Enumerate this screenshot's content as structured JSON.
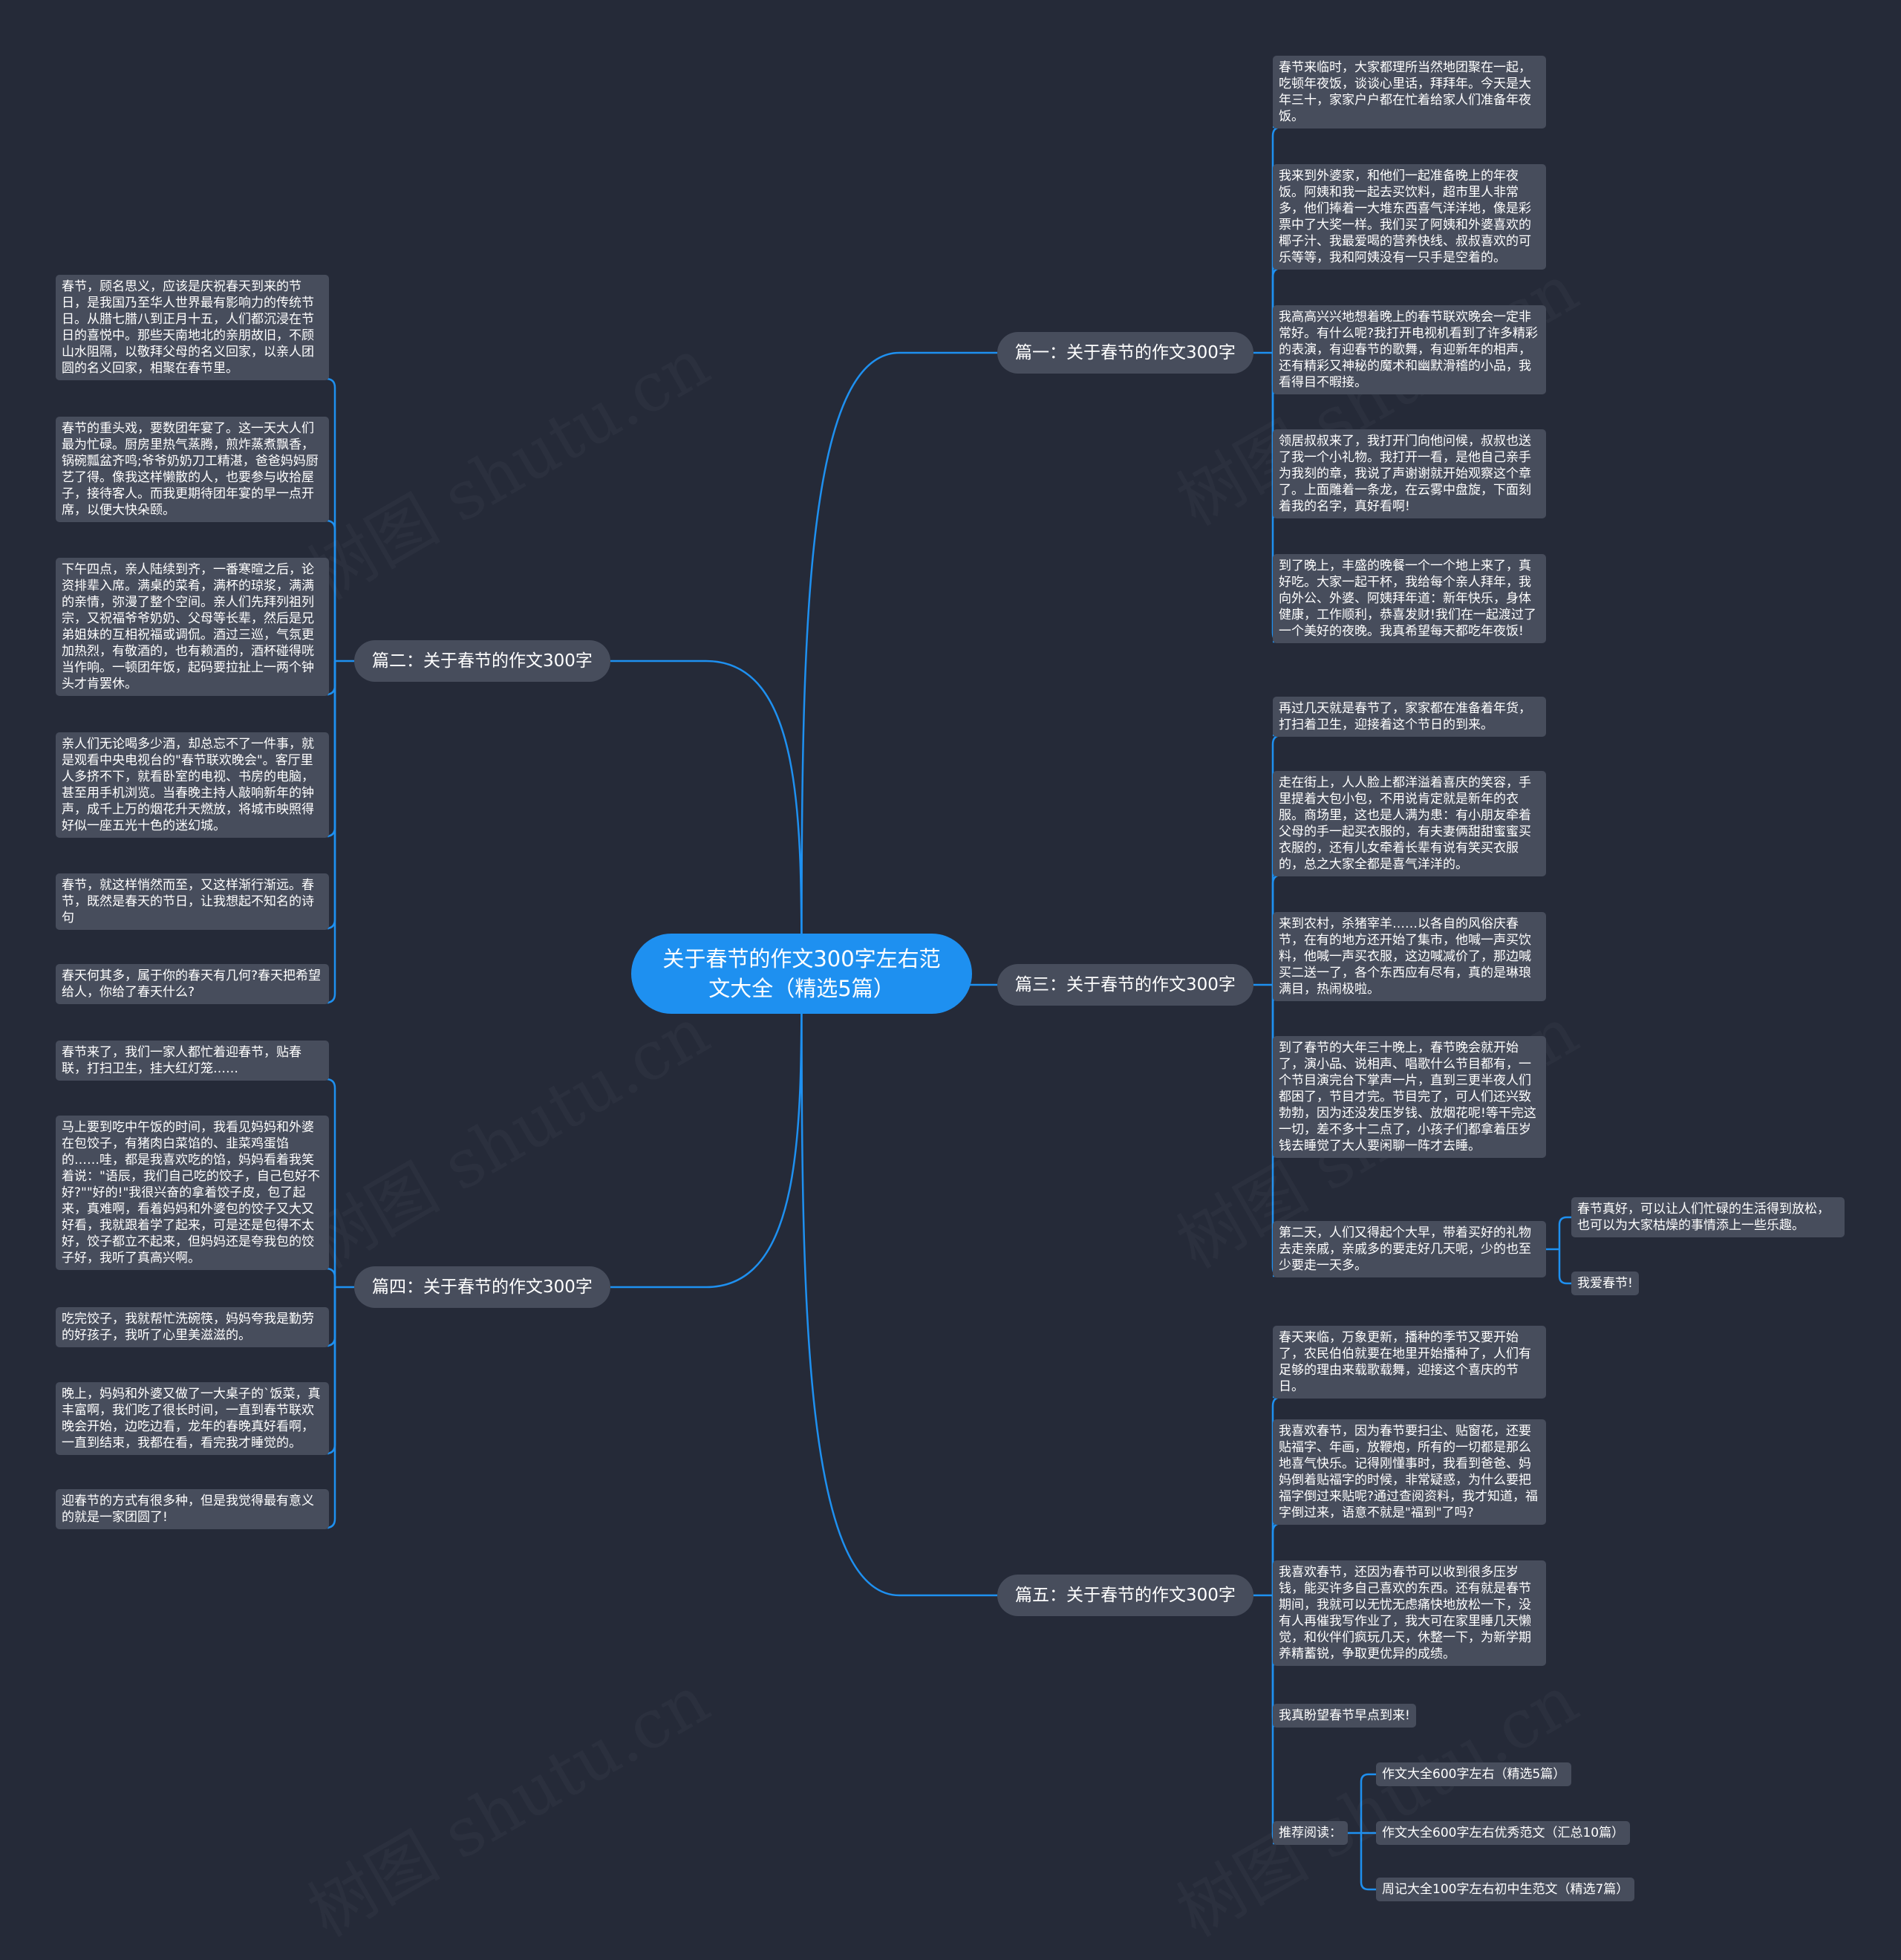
{
  "colors": {
    "background": "#252a38",
    "root_fill": "#1e90f0",
    "node_fill": "#474d5c",
    "link": "#1e90f0",
    "text": "#ffffff"
  },
  "watermark": "树图 shutu.cn",
  "root": {
    "title": "关于春节的作文300字左右范文大全（精选5篇）"
  },
  "branches": [
    {
      "title": "篇一：关于春节的作文300字",
      "items": [
        "春节来临时，大家都理所当然地团聚在一起，吃顿年夜饭，谈谈心里话，拜拜年。今天是大年三十，家家户户都在忙着给家人们准备年夜饭。",
        "我来到外婆家，和他们一起准备晚上的年夜饭。阿姨和我一起去买饮料，超市里人非常多，他们捧着一大堆东西喜气洋洋地，像是彩票中了大奖一样。我们买了阿姨和外婆喜欢的椰子汁、我最爱喝的营养快线、叔叔喜欢的可乐等等，我和阿姨没有一只手是空着的。",
        "我高高兴兴地想着晚上的春节联欢晚会一定非常好。有什么呢?我打开电视机看到了许多精彩的表演，有迎春节的歌舞，有迎新年的相声，还有精彩又神秘的魔术和幽默滑稽的小品，我看得目不暇接。",
        "领居叔叔来了，我打开门向他问候，叔叔也送了我一个小礼物。我打开一看，是他自己亲手为我刻的章，我说了声谢谢就开始观察这个章了。上面雕着一条龙，在云雾中盘旋，下面刻着我的名字，真好看啊!",
        "到了晚上，丰盛的晚餐一个一个地上来了，真好吃。大家一起干杯，我给每个亲人拜年，我向外公、外婆、阿姨拜年道：新年快乐，身体健康，工作顺利，恭喜发财!我们在一起渡过了一个美好的夜晚。我真希望每天都吃年夜饭!"
      ]
    },
    {
      "title": "篇二：关于春节的作文300字",
      "items": [
        "春节，顾名思义，应该是庆祝春天到来的节日，是我国乃至华人世界最有影响力的传统节日。从腊七腊八到正月十五，人们都沉浸在节日的喜悦中。那些天南地北的亲朋故旧，不顾山水阻隔，以敬拜父母的名义回家，以亲人团圆的名义回家，相聚在春节里。",
        "春节的重头戏，要数团年宴了。这一天大人们最为忙碌。厨房里热气蒸腾，煎炸蒸煮飘香，锅碗瓢盆齐鸣;爷爷奶奶刀工精湛，爸爸妈妈厨艺了得。像我这样懒散的人，也要参与收拾屋子，接待客人。而我更期待团年宴的早一点开席，以便大快朵颐。",
        "下午四点，亲人陆续到齐，一番寒暄之后，论资排辈入席。满桌的菜肴，满杯的琼浆，满满的亲情，弥漫了整个空间。亲人们先拜列祖列宗，又祝福爷爷奶奶、父母等长辈，然后是兄弟姐妹的互相祝福或调侃。酒过三巡，气氛更加热烈，有敬酒的，也有赖酒的，酒杯碰得咣当作响。一顿团年饭，起码要拉扯上一两个钟头才肯罢休。",
        "亲人们无论喝多少酒，却总忘不了一件事，就是观看中央电视台的\"春节联欢晚会\"。客厅里人多挤不下，就看卧室的电视、书房的电脑，甚至用手机浏览。当春晚主持人敲响新年的钟声，成千上万的烟花升天燃放，将城市映照得好似一座五光十色的迷幻城。",
        "春节，就这样悄然而至，又这样渐行渐远。春节，既然是春天的节日，让我想起不知名的诗句",
        "春天何其多，属于你的春天有几何?春天把希望给人，你给了春天什么?"
      ]
    },
    {
      "title": "篇三：关于春节的作文300字",
      "items": [
        "再过几天就是春节了，家家都在准备着年货，打扫着卫生，迎接着这个节日的到来。",
        "走在街上，人人脸上都洋溢着喜庆的笑容，手里提着大包小包，不用说肯定就是新年的衣服。商场里，这也是人满为患：有小朋友牵着父母的手一起买衣服的，有夫妻俩甜甜蜜蜜买衣服的，还有儿女牵着长辈有说有笑买衣服的，总之大家全都是喜气洋洋的。",
        "来到农村，杀猪宰羊……以各自的风俗庆春节，在有的地方还开始了集市，他喊一声买饮料，他喊一声买衣服，这边喊减价了，那边喊买二送一了，各个东西应有尽有，真的是琳琅满目，热闹极啦。",
        "到了春节的大年三十晚上，春节晚会就开始了，演小品、说相声、唱歌什么节目都有，一个节目演完台下掌声一片，直到三更半夜人们都困了，节目才完。节目完了，可人们还兴致勃勃，因为还没发压岁钱、放烟花呢!等干完这一切，差不多十二点了，小孩子们都拿着压岁钱去睡觉了大人要闲聊一阵才去睡。",
        {
          "text": "第二天，人们又得起个大早，带着买好的礼物去走亲戚，亲戚多的要走好几天呢，少的也至少要走一天多。",
          "children": [
            "春节真好，可以让人们忙碌的生活得到放松，也可以为大家枯燥的事情添上一些乐趣。",
            "我爱春节!"
          ]
        }
      ]
    },
    {
      "title": "篇四：关于春节的作文300字",
      "items": [
        "春节来了，我们一家人都忙着迎春节，贴春联，打扫卫生，挂大红灯笼……",
        "马上要到吃中午饭的时间，我看见妈妈和外婆在包饺子，有猪肉白菜馅的、韭菜鸡蛋馅的……哇，都是我喜欢吃的馅，妈妈看着我笑着说：\"语辰，我们自己吃的饺子，自己包好不好?\"\"好的!\"我很兴奋的拿着饺子皮，包了起来，真难啊，看着妈妈和外婆包的饺子又大又好看，我就跟着学了起来，可是还是包得不太好，饺子都立不起来，但妈妈还是夸我包的饺子好，我听了真高兴啊。",
        "吃完饺子，我就帮忙洗碗筷，妈妈夸我是勤劳的好孩子，我听了心里美滋滋的。",
        "晚上，妈妈和外婆又做了一大桌子的`饭菜，真丰富啊，我们吃了很长时间，一直到春节联欢晚会开始，边吃边看，龙年的春晚真好看啊，一直到结束，我都在看，看完我才睡觉的。",
        "迎春节的方式有很多种，但是我觉得最有意义的就是一家团圆了!"
      ]
    },
    {
      "title": "篇五：关于春节的作文300字",
      "items": [
        "春天来临，万象更新，播种的季节又要开始了，农民伯伯就要在地里开始播种了，人们有足够的理由来载歌载舞，迎接这个喜庆的节日。",
        "我喜欢春节，因为春节要扫尘、贴窗花，还要贴福字、年画，放鞭炮，所有的一切都是那么地喜气快乐。记得刚懂事时，我看到爸爸、妈妈倒着贴福字的时候，非常疑惑，为什么要把福字倒过来贴呢?通过查阅资料，我才知道，福字倒过来，语意不就是\"福到\"了吗?",
        "我喜欢春节，还因为春节可以收到很多压岁钱，能买许多自己喜欢的东西。还有就是春节期间，我就可以无忧无虑痛快地放松一下，没有人再催我写作业了，我大可在家里睡几天懒觉，和伙伴们疯玩几天，休整一下，为新学期养精蓄锐，争取更优异的成绩。",
        "我真盼望春节早点到来!",
        {
          "text": "推荐阅读：",
          "children": [
            "作文大全600字左右（精选5篇）",
            "作文大全600字左右优秀范文（汇总10篇）",
            "周记大全100字左右初中生范文（精选7篇）"
          ]
        }
      ]
    }
  ]
}
